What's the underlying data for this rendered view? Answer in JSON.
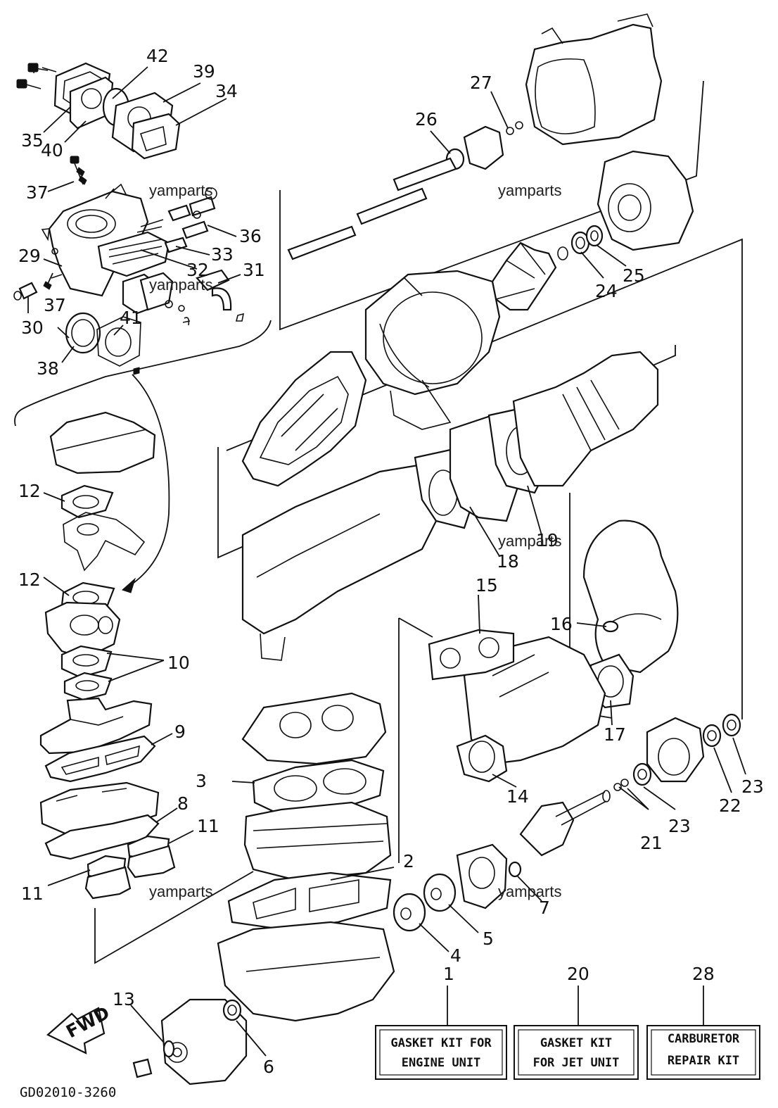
{
  "diagram_code": "GD02010-3260",
  "watermark": "yamparts",
  "direction_tag": "FWD",
  "callouts": {
    "c42": "42",
    "c39": "39",
    "c34": "34",
    "c35": "35",
    "c40": "40",
    "c37a": "37",
    "c37b": "37",
    "c36": "36",
    "c33": "33",
    "c32": "32",
    "c31": "31",
    "c29": "29",
    "c30": "30",
    "c41": "41",
    "c38": "38",
    "c27": "27",
    "c26": "26",
    "c24": "24",
    "c25": "25",
    "c12a": "12",
    "c12b": "12",
    "c18": "18",
    "c19": "19",
    "c15": "15",
    "c16": "16",
    "c10": "10",
    "c9": "9",
    "c17": "17",
    "c3": "3",
    "c8": "8",
    "c11a": "11",
    "c11b": "11",
    "c14": "14",
    "c22": "22",
    "c23a": "23",
    "c23b": "23",
    "c21": "21",
    "c2": "2",
    "c7": "7",
    "c5": "5",
    "c4": "4",
    "c13": "13",
    "c6": "6",
    "c1": "1",
    "c20": "20",
    "c28": "28"
  },
  "kits": {
    "engine": {
      "line1": "GASKET KIT FOR",
      "line2": "ENGINE UNIT"
    },
    "jet": {
      "line1": "GASKET KIT",
      "line2": "FOR JET UNIT"
    },
    "carb": {
      "line1": "CARBURETOR",
      "line2": "REPAIR KIT"
    }
  }
}
